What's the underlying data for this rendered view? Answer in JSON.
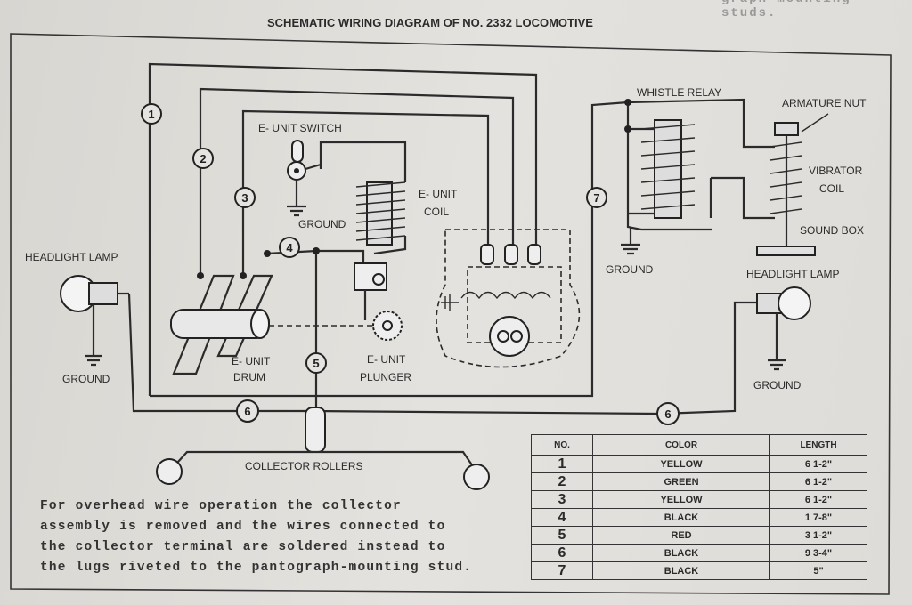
{
  "page_top_fragment": "graph mounting studs.",
  "title": "SCHEMATIC WIRING DIAGRAM OF NO. 2332 LOCOMOTIVE",
  "labels": {
    "e_unit_switch": "E- UNIT   SWITCH",
    "ground_center": "GROUND",
    "e_unit_coil_1": "E- UNIT",
    "e_unit_coil_2": "COIL",
    "headlight_left": "HEADLIGHT LAMP",
    "ground_left": "GROUND",
    "e_unit_drum_1": "E- UNIT",
    "e_unit_drum_2": "DRUM",
    "e_unit_plunger_1": "E- UNIT",
    "e_unit_plunger_2": "PLUNGER",
    "whistle_relay": "WHISTLE RELAY",
    "armature_nut": "ARMATURE NUT",
    "vibrator_coil_1": "VIBRATOR",
    "vibrator_coil_2": "COIL",
    "sound_box": "SOUND BOX",
    "ground_relay": "GROUND",
    "headlight_right": "HEADLIGHT LAMP",
    "ground_right": "GROUND",
    "collector_rollers": "COLLECTOR  ROLLERS"
  },
  "wire_markers": [
    "1",
    "2",
    "3",
    "4",
    "5",
    "6",
    "7"
  ],
  "note_lines": [
    "  For overhead wire operation the collector",
    "assembly is removed and the wires connected to",
    "the collector terminal are soldered instead to",
    "the lugs riveted to the pantograph-mounting stud."
  ],
  "wire_table": {
    "headers": [
      "NO.",
      "COLOR",
      "LENGTH"
    ],
    "rows": [
      {
        "no": "1",
        "color": "YELLOW",
        "length": "6 1-2\""
      },
      {
        "no": "2",
        "color": "GREEN",
        "length": "6 1-2\""
      },
      {
        "no": "3",
        "color": "YELLOW",
        "length": "6 1-2\""
      },
      {
        "no": "4",
        "color": "BLACK",
        "length": "1 7-8\""
      },
      {
        "no": "5",
        "color": "RED",
        "length": "3 1-2\""
      },
      {
        "no": "6",
        "color": "BLACK",
        "length": "9 3-4\""
      },
      {
        "no": "7",
        "color": "BLACK",
        "length": "5\""
      }
    ]
  }
}
